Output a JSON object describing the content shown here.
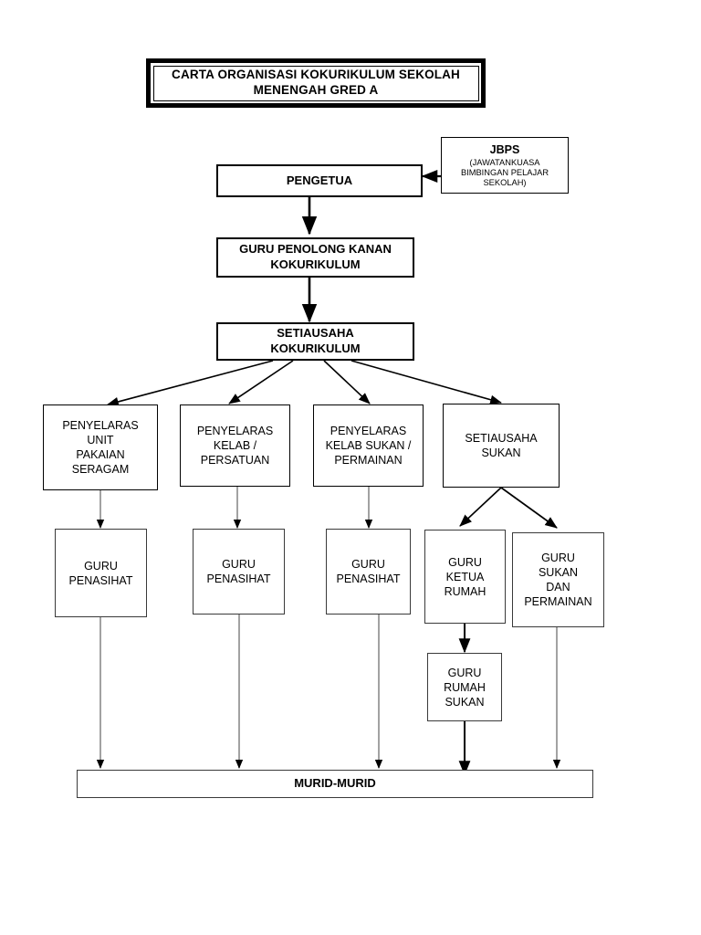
{
  "document": {
    "title_line1": "CARTA ORGANISASI KOKURIKULUM SEKOLAH",
    "title_line2": "MENENGAH GRED A",
    "title_full": "CARTA ORGANISASI KOKURIKULUM SEKOLAH\nMENENGAH GRED A"
  },
  "colors": {
    "background": "#ffffff",
    "stroke": "#000000",
    "thin_stroke": "#555555",
    "text": "#000000"
  },
  "nodes": {
    "jbps": {
      "heading": "JBPS",
      "subtitle": "(JAWATANKUASA\nBIMBINGAN PELAJAR\nSEKOLAH)"
    },
    "pengetua": {
      "label": "PENGETUA"
    },
    "gpk_kokurikulum": {
      "label": "GURU PENOLONG KANAN\nKOKURIKULUM"
    },
    "setiausaha_kokurikulum": {
      "label": "SETIAUSAHA\nKOKURIKULUM"
    },
    "penyelaras_unit_pakaian_seragam": {
      "label": "PENYELARAS\nUNIT\nPAKAIAN\nSERAGAM"
    },
    "penyelaras_kelab_persatuan": {
      "label": "PENYELARAS\nKELAB /\nPERSATUAN"
    },
    "penyelaras_kelab_sukan_permainan": {
      "label": "PENYELARAS\nKELAB SUKAN /\nPERMAINAN"
    },
    "setiausaha_sukan": {
      "label": "SETIAUSAHA\nSUKAN"
    },
    "guru_penasihat_1": {
      "label": "GURU\nPENASIHAT"
    },
    "guru_penasihat_2": {
      "label": "GURU\nPENASIHAT"
    },
    "guru_penasihat_3": {
      "label": "GURU\nPENASIHAT"
    },
    "guru_ketua_rumah": {
      "label": "GURU\nKETUA\nRUMAH"
    },
    "guru_sukan_dan_permainan": {
      "label": "GURU\nSUKAN\nDAN\nPERMAINAN"
    },
    "guru_rumah_sukan": {
      "label": "GURU\nRUMAH\nSUKAN"
    },
    "murid_murid": {
      "label": "MURID-MURID"
    }
  }
}
